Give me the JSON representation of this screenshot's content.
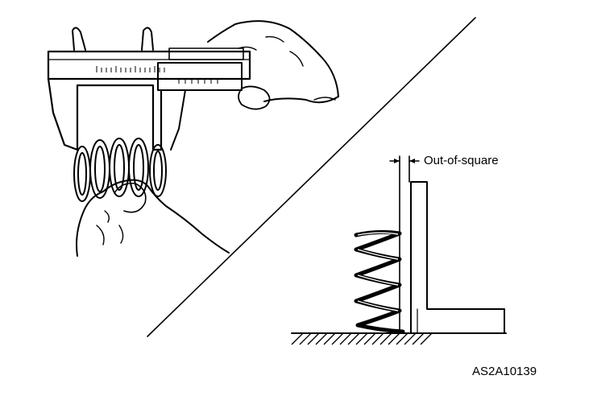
{
  "diagram": {
    "out_of_square_label": "Out-of-square",
    "figure_code": "AS2A10139"
  },
  "icons": {
    "caliper": "vernier-caliper-illustration",
    "spring": "coil-spring-illustration",
    "hand": "hand-illustration",
    "square": "machinist-square-illustration"
  },
  "colors": {
    "ink": "#000000",
    "paper": "#ffffff"
  }
}
